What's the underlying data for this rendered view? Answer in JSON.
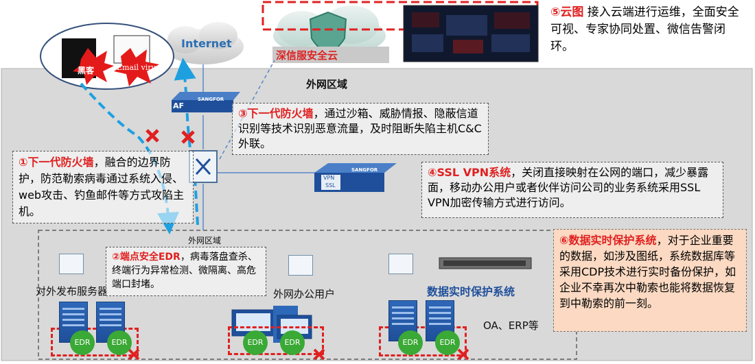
{
  "cloud": {
    "label": "深信服安全云"
  },
  "internet": {
    "label": "Internet"
  },
  "threats": {
    "hacker": "黑客",
    "email_virus": "Email virus"
  },
  "outer_zone": {
    "title": "外网区域"
  },
  "inner_zone": {
    "title": "外网区域"
  },
  "af_device": {
    "brand": "SANGFOR",
    "tag": "AF"
  },
  "vpn_device": {
    "brand": "SANGFOR",
    "tag1": "VPN",
    "tag2": "SSL"
  },
  "callouts": {
    "c5": {
      "head": "⑤云图",
      "body": "  接入云端进行运维，全面安全可视、专家协同处置、微信告警闭环。"
    },
    "c3": {
      "head": "③下一代防火墙",
      "body": "，通过沙箱、威胁情报、隐蔽信道识别等技术识别恶意流量，及时阻断失陷主机C&C外联。"
    },
    "c1": {
      "head": "①下一代防火墙",
      "body": "，融合的边界防护，防范勒索病毒通过系统入侵、web攻击、钓鱼邮件等方式攻陷主机。"
    },
    "c4": {
      "head": "④SSL VPN系统",
      "body": "，关闭直接映射在公网的端口，减少暴露面，移动办公用户或者伙伴访问公司的业务系统采用SSL VPN加密传输方式进行访问。"
    },
    "c2": {
      "head": "②端点安全EDR",
      "body": "，病毒落盘查杀、终端行为异常检测、微隔离、高危端口封堵。"
    },
    "c6": {
      "head": "⑥数据实时保护系统",
      "body": "，对于企业重要的数据，如涉及图纸，系统数据库等采用CDP技术进行实时备份保护，如企业不幸再次中勒索也能将数据恢复到中勒索的前一刻。"
    }
  },
  "groups": {
    "servers": "对外发布服务器",
    "office": "外网办公用户",
    "cdp": "数据实时保护系统",
    "oa": "OA、ERP等"
  },
  "edr_label": "EDR",
  "colors": {
    "accent_red": "#e02020",
    "link_blue": "#1ea0e0",
    "cdp_blue": "#1f4f9a"
  }
}
